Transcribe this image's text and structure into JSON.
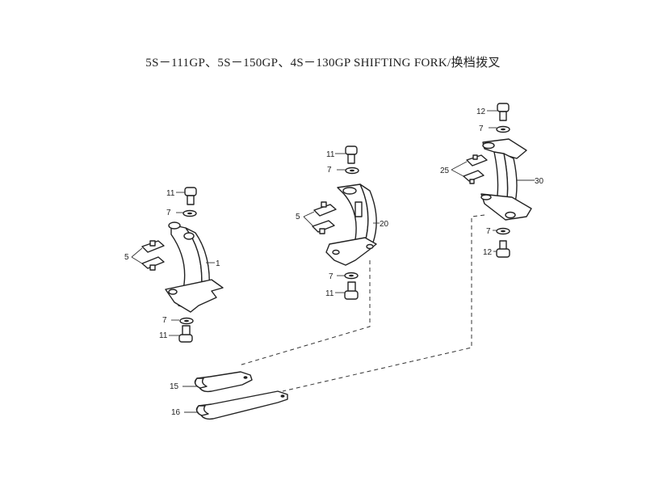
{
  "title": "5S－111GP、5S－150GP、4S－130GP SHIFTING FORK/换档拨叉",
  "callouts": {
    "g1_bolt_top": "11",
    "g1_washer_top": "7",
    "g1_pads": "5",
    "g1_fork": "1",
    "g1_washer_bot": "7",
    "g1_bolt_bot": "11",
    "g2_bolt_top": "11",
    "g2_washer_top": "7",
    "g2_pads": "5",
    "g2_fork": "20",
    "g2_washer_bot": "7",
    "g2_bolt_bot": "11",
    "g3_bolt_top": "12",
    "g3_washer_top": "7",
    "g3_pads": "25",
    "g3_fork": "30",
    "g3_washer_bot": "7",
    "g3_bolt_bot": "12",
    "wrench_15": "15",
    "wrench_16": "16"
  },
  "colors": {
    "ink": "#222222",
    "paper": "#ffffff"
  }
}
